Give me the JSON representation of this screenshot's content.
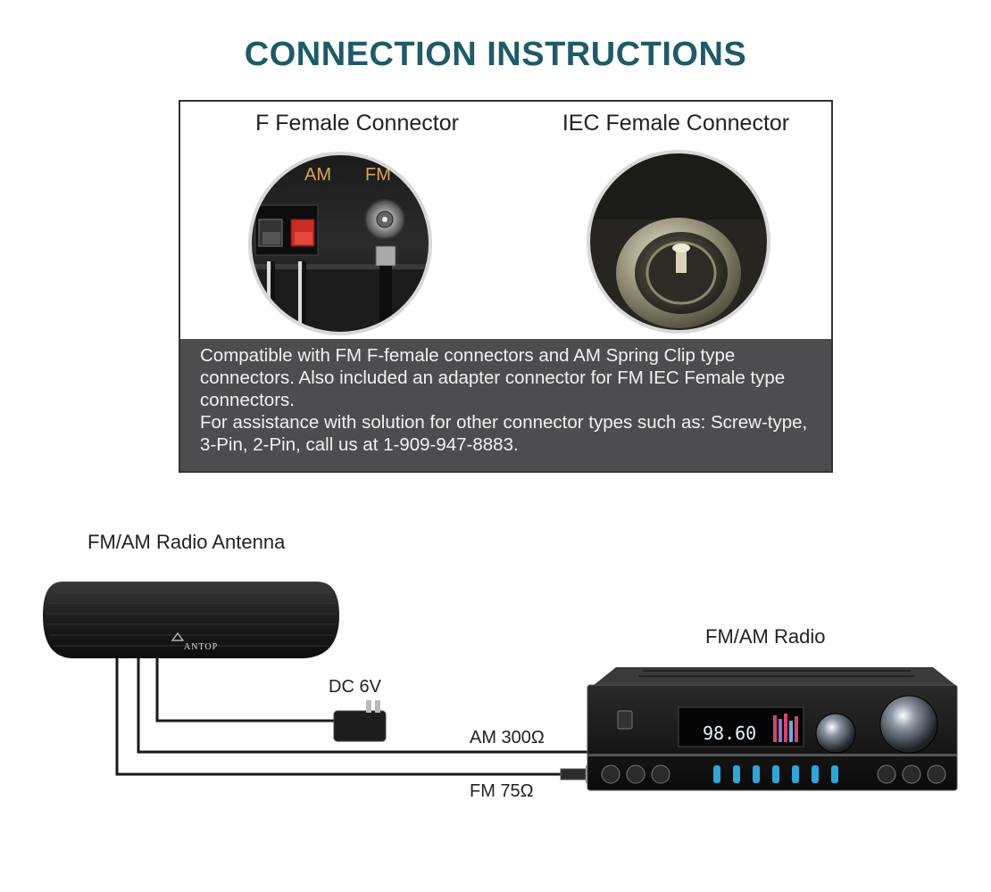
{
  "title": "CONNECTION INSTRUCTIONS",
  "connectors": {
    "f_female": {
      "label": "F Female Connector",
      "am_tag": "AM",
      "fm_tag": "FM"
    },
    "iec_female": {
      "label": "IEC Female Connector"
    }
  },
  "info": {
    "line1": "Compatible with FM F-female connectors and AM Spring Clip type connectors. Also included an adapter connector for FM IEC Female type connectors.",
    "line2": "For assistance with solution for other connector types such as: Screw-type, 3-Pin, 2-Pin, call us at 1-909-947-8883."
  },
  "diagram": {
    "antenna_label": "FM/AM Radio Antenna",
    "antenna_brand": "ANTOP",
    "radio_label": "FM/AM Radio",
    "radio_display": "98.60",
    "power_label": "DC 6V",
    "am_label": "AM 300Ω",
    "fm_label": "FM 75Ω"
  }
}
